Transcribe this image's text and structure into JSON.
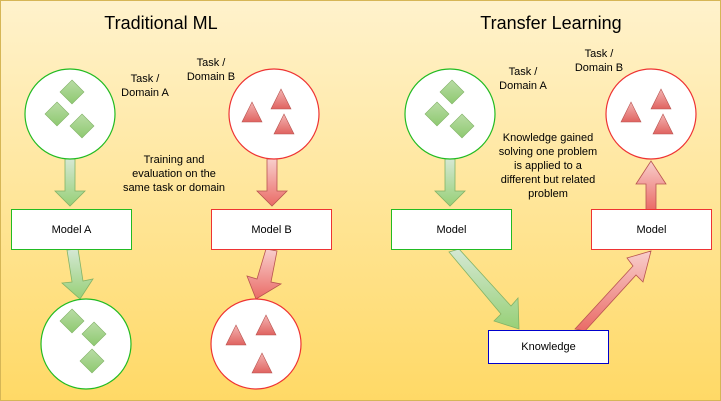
{
  "panels": {
    "traditional": {
      "title": "Traditional ML",
      "task_a_label": "Task /\nDomain A",
      "task_b_label": "Task /\nDomain B",
      "description": "Training and\nevaluation on the\nsame task or domain",
      "model_a_label": "Model A",
      "model_b_label": "Model B"
    },
    "transfer": {
      "title": "Transfer Learning",
      "task_a_label": "Task /\nDomain A",
      "task_b_label": "Task /\nDomain B",
      "description": "Knowledge gained\nsolving one problem\nis applied to a\ndifferent but related\nproblem",
      "model_source_label": "Model",
      "model_target_label": "Model",
      "knowledge_label": "Knowledge"
    }
  },
  "colors": {
    "green_stroke": "#22bb22",
    "red_stroke": "#ee3333",
    "blue_stroke": "#0000cc",
    "green_fill": "#97d077",
    "red_fill": "#ea6b66",
    "background_top": "#fff2cc",
    "background_bottom": "#ffd966"
  }
}
